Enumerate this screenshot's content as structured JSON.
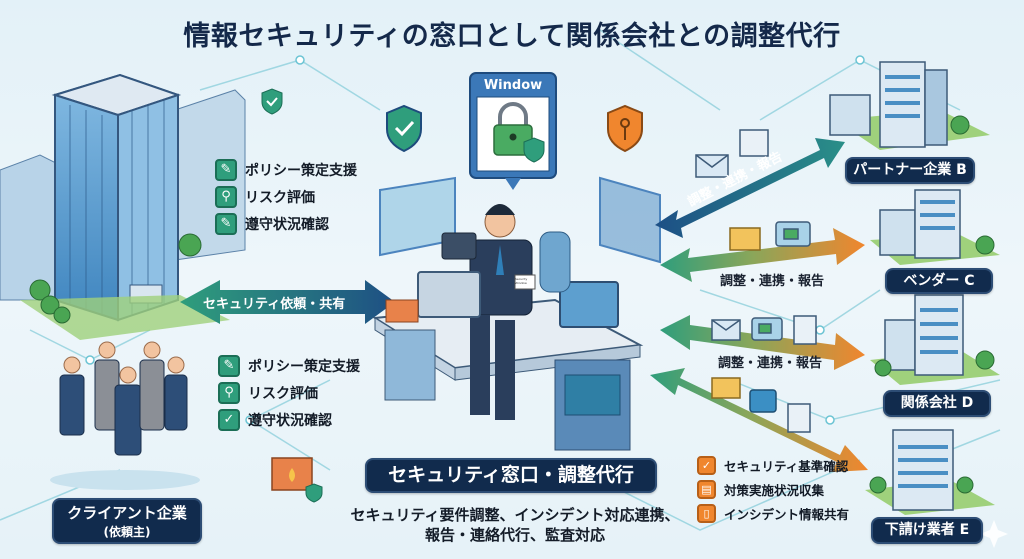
{
  "title": "情報セキュリティの窓口として関係会社との調整代行",
  "client": {
    "label_line1": "クライアント企業",
    "label_line2": "(依頼主)",
    "tasks_top": [
      "ポリシー策定支援",
      "リスク評価",
      "遵守状況確認"
    ],
    "tasks_bottom": [
      "ポリシー策定支援",
      "リスク評価",
      "遵守状況確認"
    ],
    "task_icons_top": [
      "document-pen-icon",
      "magnifier-icon",
      "clipboard-pen-icon"
    ],
    "task_icons_bottom": [
      "document-pen-icon",
      "magnifier-icon",
      "checkmark-icon"
    ]
  },
  "request_arrow_label": "セキュリティ依頼・共有",
  "center": {
    "window_label": "Window",
    "badge_text": "Security Window",
    "title": "セキュリティ窓口・調整代行",
    "description_line1": "セキュリティ要件調整、インシデント対応連携、",
    "description_line2": "報告・連絡代行、監査対応"
  },
  "partners": [
    {
      "name": "パートナー企業 B",
      "arrow_label": "調整・連携・報告"
    },
    {
      "name": "ベンダー C",
      "arrow_label": "調整・連携・報告"
    },
    {
      "name": "関係会社 D",
      "arrow_label": "調整・連携・報告"
    },
    {
      "name": "下請け業者 E",
      "arrow_label": ""
    }
  ],
  "vendor_checks": [
    "セキュリティ基準確認",
    "対策実施状況収集",
    "インシデント情報共有"
  ],
  "colors": {
    "navy": "#112b4d",
    "teal": "#2f9e7c",
    "orange": "#f0862e",
    "blue_arrow": "#1d5a86",
    "background": "#e8f3f8"
  }
}
